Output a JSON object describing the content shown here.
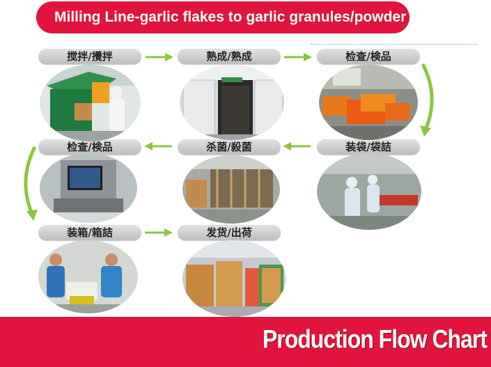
{
  "header": {
    "title": "Milling  Line-garlic flakes to garlic granules/powder",
    "title_color": "#e0143c"
  },
  "steps": [
    {
      "label": "搅拌/攪拌",
      "photo": "mixing-machine-worker"
    },
    {
      "label": "熟成/熟成",
      "photo": "aging-room-door"
    },
    {
      "label": "检查/検品",
      "photo": "inspection-orange-crates"
    },
    {
      "label": "装袋/袋詰",
      "photo": "bagging-workers"
    },
    {
      "label": "杀菌/殺菌",
      "photo": "sterilization-equipment"
    },
    {
      "label": "检查/検品",
      "photo": "metal-detector-machine"
    },
    {
      "label": "装箱/箱詰",
      "photo": "packing-boxes-workers"
    },
    {
      "label": "发货/出荷",
      "photo": "shipping-pallets"
    }
  ],
  "footer": {
    "text": "Production Flow Chart",
    "color": "#e0143c"
  },
  "arrow_color": "#8cc63f"
}
